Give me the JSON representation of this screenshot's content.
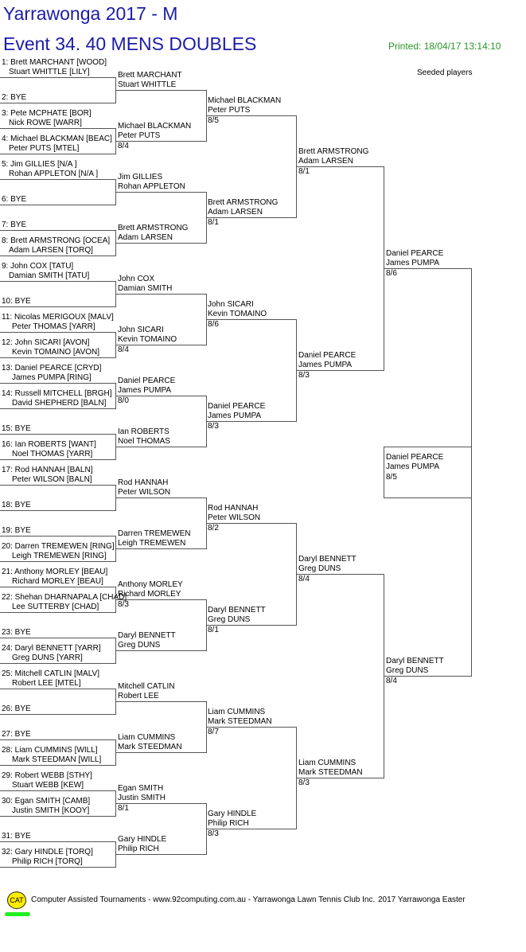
{
  "header": {
    "title": "Yarrawonga 2017 - M",
    "event": "Event 34. 40 MENS DOUBLES",
    "printed": "Printed: 18/04/17 13:14:10",
    "seeded_label": "Seeded players"
  },
  "round1": [
    {
      "label": "1: Brett MARCHANT [WOOD]",
      "partner": "Stuart WHITTLE [LILY]"
    },
    {
      "label": "2: BYE",
      "partner": ""
    },
    {
      "label": "3: Pete MCPHATE [BOR]",
      "partner": "Nick ROWE [WARR]"
    },
    {
      "label": "4: Michael BLACKMAN [BEAC]",
      "partner": "Peter PUTS [MTEL]"
    },
    {
      "label": "5: Jim GILLIES [N/A ]",
      "partner": "Rohan APPLETON [N/A ]"
    },
    {
      "label": "6: BYE",
      "partner": ""
    },
    {
      "label": "7: BYE",
      "partner": ""
    },
    {
      "label": "8: Brett ARMSTRONG [OCEA]",
      "partner": "Adam LARSEN [TORQ]"
    },
    {
      "label": "9: John COX [TATU]",
      "partner": "Damian SMITH [TATU]"
    },
    {
      "label": "10: BYE",
      "partner": ""
    },
    {
      "label": "11: Nicolas MERIGOUX [MALV]",
      "partner": "Peter THOMAS [YARR]"
    },
    {
      "label": "12: John SICARI [AVON]",
      "partner": "Kevin TOMAINO [AVON]"
    },
    {
      "label": "13: Daniel PEARCE [CRYD]",
      "partner": "James PUMPA [RING]"
    },
    {
      "label": "14: Russell MITCHELL [BRGH]",
      "partner": "David SHEPHERD [BALN]"
    },
    {
      "label": "15: BYE",
      "partner": ""
    },
    {
      "label": "16: Ian ROBERTS [WANT]",
      "partner": "Noel THOMAS [YARR]"
    },
    {
      "label": "17: Rod HANNAH [BALN]",
      "partner": "Peter WILSON [BALN]"
    },
    {
      "label": "18: BYE",
      "partner": ""
    },
    {
      "label": "19: BYE",
      "partner": ""
    },
    {
      "label": "20: Darren TREMEWEN [RING]",
      "partner": "Leigh TREMEWEN [RING]"
    },
    {
      "label": "21: Anthony MORLEY [BEAU]",
      "partner": "Richard MORLEY [BEAU]"
    },
    {
      "label": "22: Shehan DHARNAPALA [CHAD]",
      "partner": "Lee SUTTERBY [CHAD]"
    },
    {
      "label": "23: BYE",
      "partner": ""
    },
    {
      "label": "24: Daryl BENNETT [YARR]",
      "partner": "Greg DUNS [YARR]"
    },
    {
      "label": "25: Mitchell CATLIN [MALV]",
      "partner": "Robert LEE [MTEL]"
    },
    {
      "label": "26: BYE",
      "partner": ""
    },
    {
      "label": "27: BYE",
      "partner": ""
    },
    {
      "label": "28: Liam CUMMINS [WILL]",
      "partner": "Mark STEEDMAN [WILL]"
    },
    {
      "label": "29: Robert WEBB [STHY]",
      "partner": "Stuart WEBB [KEW]"
    },
    {
      "label": "30: Egan SMITH [CAMB]",
      "partner": "Justin SMITH [KOOY]"
    },
    {
      "label": "31: BYE",
      "partner": ""
    },
    {
      "label": "32: Gary HINDLE [TORQ]",
      "partner": "Philip RICH [TORQ]"
    }
  ],
  "rounds": [
    [
      {
        "p1": "Brett MARCHANT",
        "p2": "Stuart WHITTLE",
        "score": ""
      },
      {
        "p1": "Michael BLACKMAN",
        "p2": "Peter PUTS",
        "score": "8/4"
      },
      {
        "p1": "Jim GILLIES",
        "p2": "Rohan APPLETON",
        "score": ""
      },
      {
        "p1": "Brett ARMSTRONG",
        "p2": "Adam LARSEN",
        "score": ""
      },
      {
        "p1": "John COX",
        "p2": "Damian SMITH",
        "score": ""
      },
      {
        "p1": "John SICARI",
        "p2": "Kevin TOMAINO",
        "score": "8/4"
      },
      {
        "p1": "Daniel PEARCE",
        "p2": "James PUMPA",
        "score": "8/0"
      },
      {
        "p1": "Ian ROBERTS",
        "p2": "Noel THOMAS",
        "score": ""
      },
      {
        "p1": "Rod HANNAH",
        "p2": "Peter WILSON",
        "score": ""
      },
      {
        "p1": "Darren TREMEWEN",
        "p2": "Leigh TREMEWEN",
        "score": ""
      },
      {
        "p1": "Anthony MORLEY",
        "p2": "Richard MORLEY",
        "score": "8/3"
      },
      {
        "p1": "Daryl BENNETT",
        "p2": "Greg DUNS",
        "score": ""
      },
      {
        "p1": "Mitchell CATLIN",
        "p2": "Robert LEE",
        "score": ""
      },
      {
        "p1": "Liam CUMMINS",
        "p2": "Mark STEEDMAN",
        "score": ""
      },
      {
        "p1": "Egan SMITH",
        "p2": "Justin SMITH",
        "score": "8/1"
      },
      {
        "p1": "Gary HINDLE",
        "p2": "Philip RICH",
        "score": ""
      }
    ],
    [
      {
        "p1": "Michael BLACKMAN",
        "p2": "Peter PUTS",
        "score": "8/5"
      },
      {
        "p1": "Brett ARMSTRONG",
        "p2": "Adam LARSEN",
        "score": "8/1"
      },
      {
        "p1": "John SICARI",
        "p2": "Kevin TOMAINO",
        "score": "8/6"
      },
      {
        "p1": "Daniel PEARCE",
        "p2": "James PUMPA",
        "score": "8/3"
      },
      {
        "p1": "Rod HANNAH",
        "p2": "Peter WILSON",
        "score": "8/2"
      },
      {
        "p1": "Daryl BENNETT",
        "p2": "Greg DUNS",
        "score": "8/1"
      },
      {
        "p1": "Liam CUMMINS",
        "p2": "Mark STEEDMAN",
        "score": "8/7"
      },
      {
        "p1": "Gary HINDLE",
        "p2": "Philip RICH",
        "score": "8/3"
      }
    ],
    [
      {
        "p1": "Brett ARMSTRONG",
        "p2": "Adam LARSEN",
        "score": "8/1"
      },
      {
        "p1": "Daniel PEARCE",
        "p2": "James PUMPA",
        "score": "8/3"
      },
      {
        "p1": "Daryl BENNETT",
        "p2": "Greg DUNS",
        "score": "8/4"
      },
      {
        "p1": "Liam CUMMINS",
        "p2": "Mark STEEDMAN",
        "score": "8/3"
      }
    ],
    [
      {
        "p1": "Daniel PEARCE",
        "p2": "James PUMPA",
        "score": "8/6"
      },
      {
        "p1": "Daryl BENNETT",
        "p2": "Greg DUNS",
        "score": "8/4"
      }
    ],
    [
      {
        "p1": "Daniel PEARCE",
        "p2": "James PUMPA",
        "score": "8/5"
      }
    ]
  ],
  "footer": {
    "logo": "CAT",
    "credit": "Computer Assisted Tournaments - www.92computing.com.au -  Yarrawonga Lawn Tennis Club Inc.",
    "tournament": "2017 Yarrawonga Easter"
  }
}
